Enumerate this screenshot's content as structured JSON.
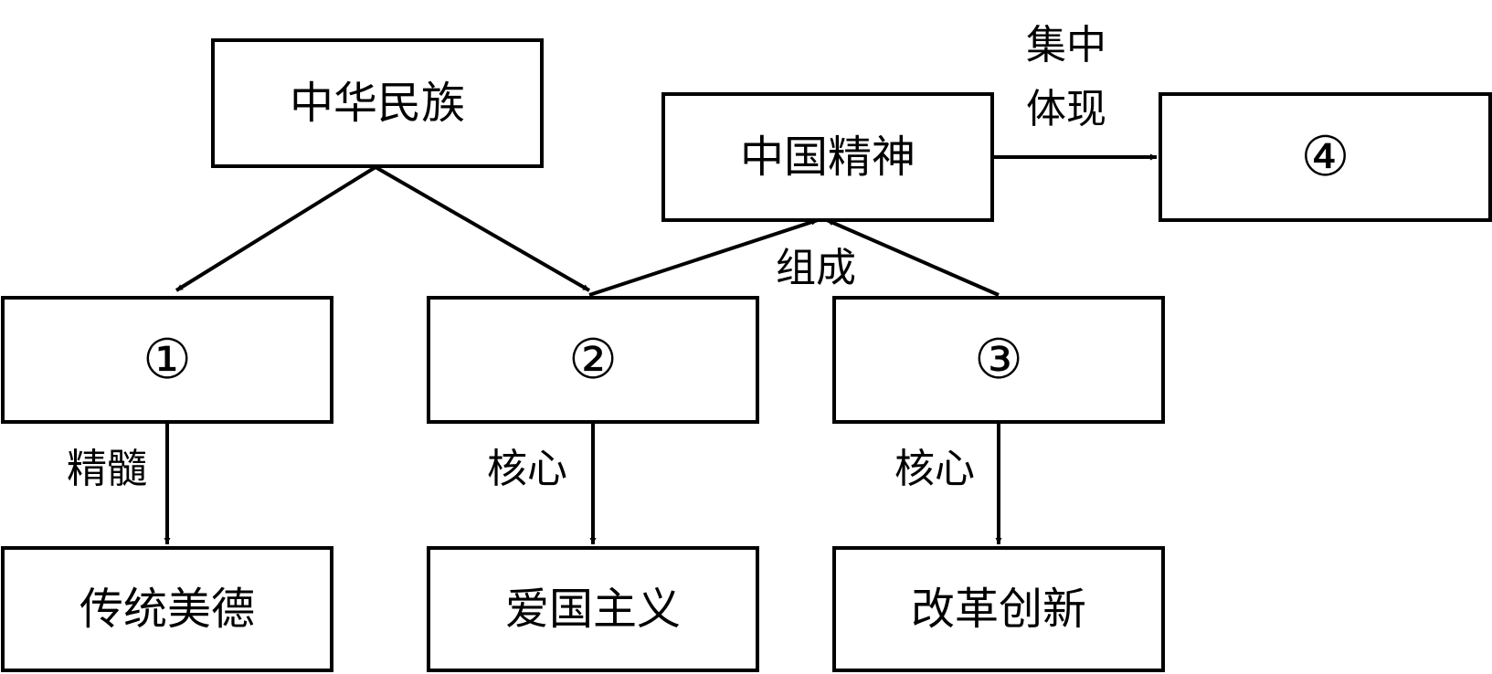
{
  "diagram": {
    "nodes": {
      "zhonghua_minzu": "中华民族",
      "zhongguo_jingshen": "中国精神",
      "blank_1": "①",
      "blank_2": "②",
      "blank_3": "③",
      "blank_4": "④",
      "chuantong_meide": "传统美德",
      "aiguo_zhuyi": "爱国主义",
      "gaige_chuangxin": "改革创新"
    },
    "edge_labels": {
      "jizhong": "集中",
      "tixian": "体现",
      "zucheng": "组成",
      "jingsui": "精髓",
      "hexin_left": "核心",
      "hexin_right": "核心"
    }
  }
}
